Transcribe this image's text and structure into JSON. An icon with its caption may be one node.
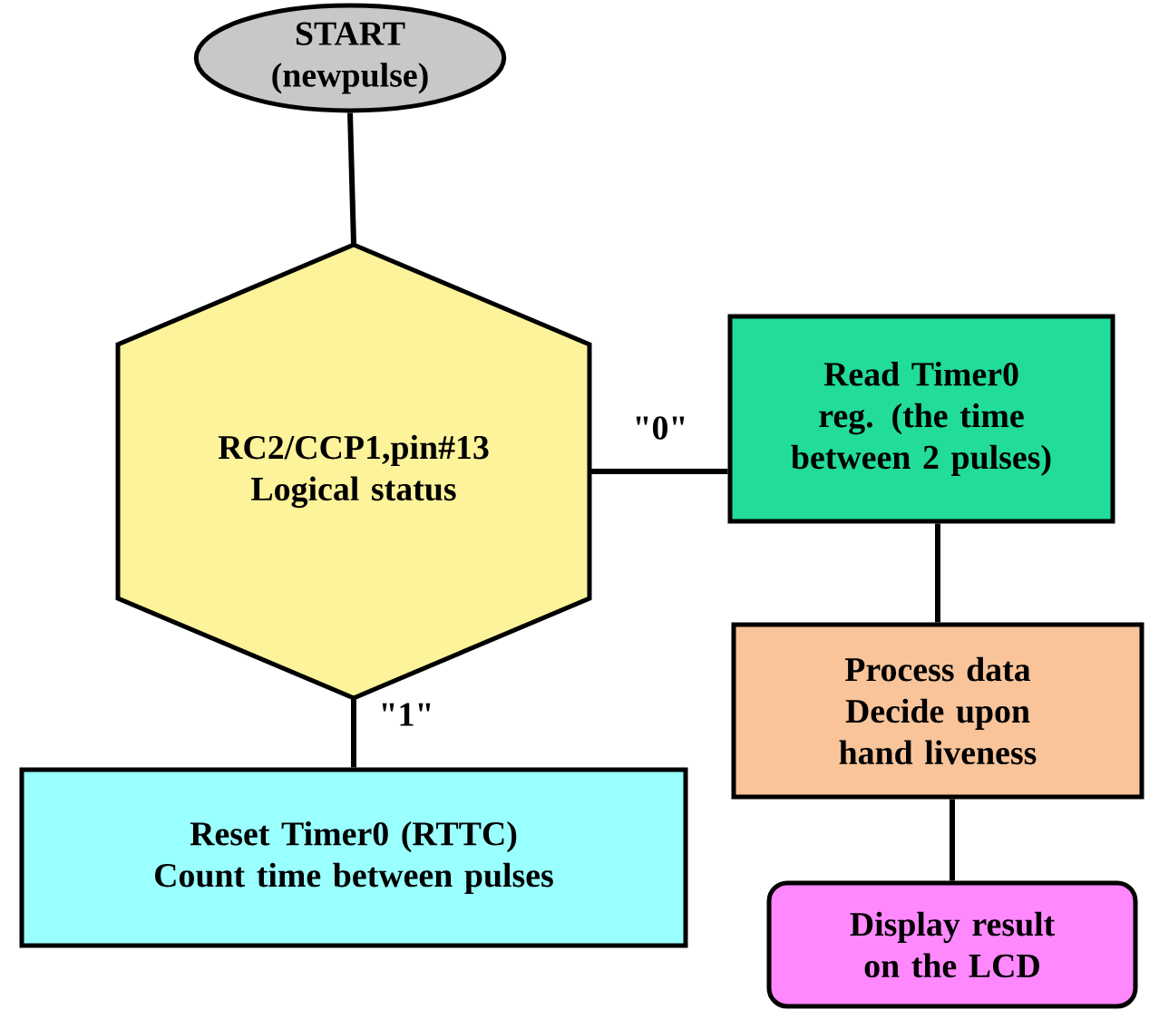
{
  "diagram": {
    "nodes": [
      {
        "text": [
          "START",
          "(newpulse)"
        ]
      },
      {
        "text": [
          "RC2/CCP1,pin#13",
          "Logical status"
        ]
      },
      {
        "text": [
          "Read Timer0 reg. (the time between 2 pulses)"
        ]
      },
      {
        "text": [
          "Process data Decide upon hand liveness"
        ]
      },
      {
        "text": [
          "Display result on the LCD"
        ]
      },
      {
        "text": [
          "Reset Timer0 (RTTC) Count time between pulses"
        ]
      }
    ],
    "edges": [
      {
        "from": 0,
        "to": 1,
        "arrow": "none"
      },
      {
        "from": 1,
        "to": 2,
        "arrow": "none",
        "label": "\"0\""
      },
      {
        "from": 2,
        "to": 3,
        "arrow": "none"
      },
      {
        "from": 3,
        "to": 4,
        "arrow": "none"
      },
      {
        "from": 1,
        "to": 5,
        "arrow": "none",
        "label": "\"1\""
      }
    ]
  }
}
